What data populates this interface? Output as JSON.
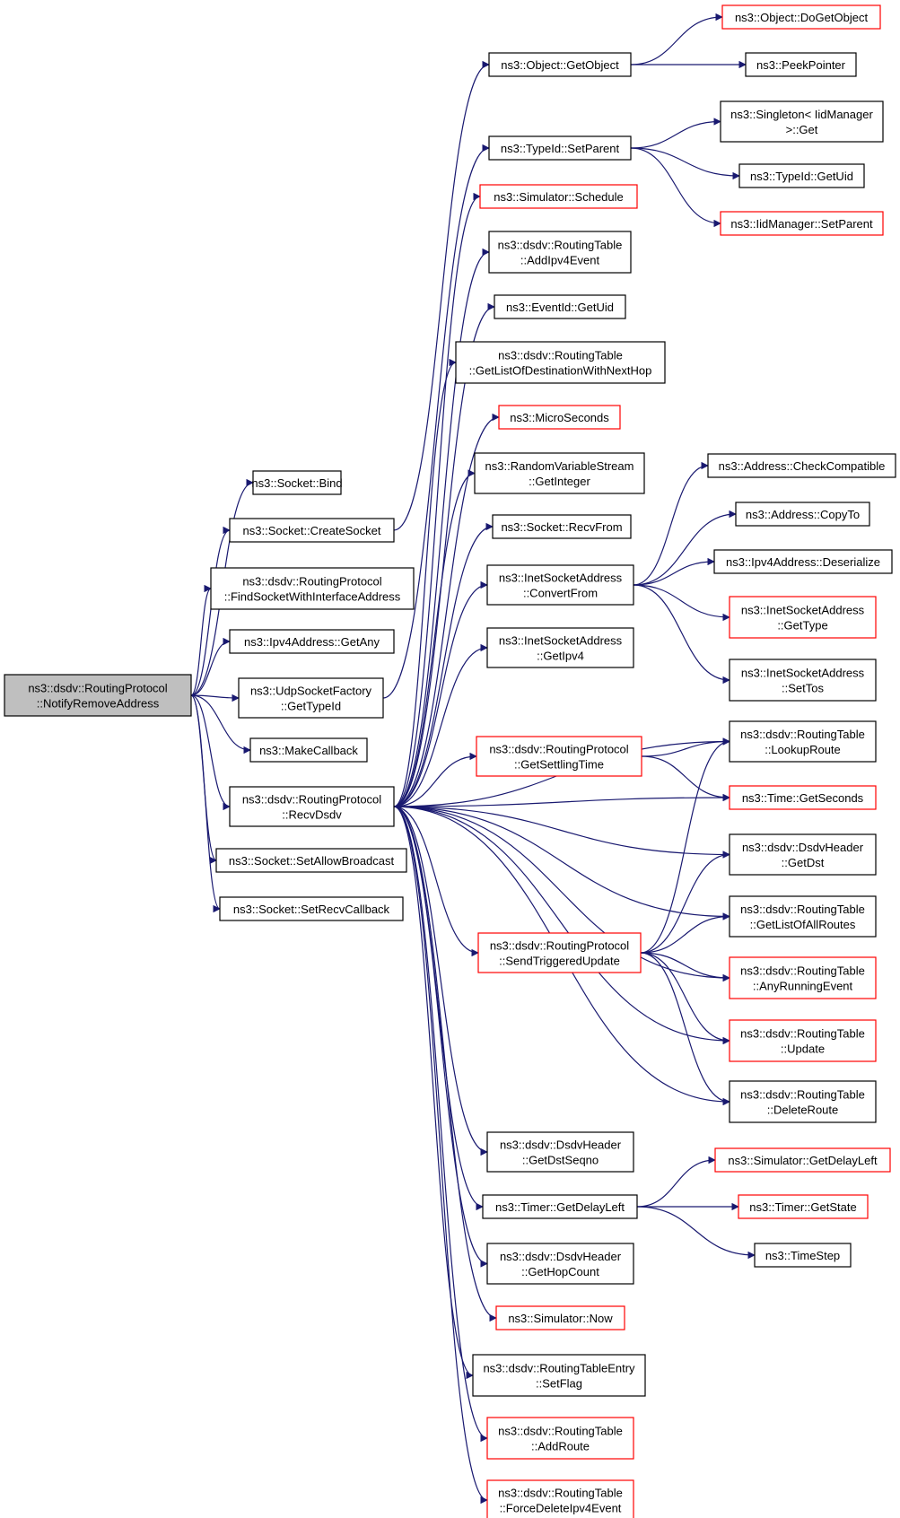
{
  "nodes": {
    "root": [
      "ns3::dsdv::RoutingProtocol",
      "::NotifyRemoveAddress"
    ],
    "bind": [
      "ns3::Socket::Bind"
    ],
    "createsocket": [
      "ns3::Socket::CreateSocket"
    ],
    "findsocket": [
      "ns3::dsdv::RoutingProtocol",
      "::FindSocketWithInterfaceAddress"
    ],
    "getany": [
      "ns3::Ipv4Address::GetAny"
    ],
    "udpfactory": [
      "ns3::UdpSocketFactory",
      "::GetTypeId"
    ],
    "makecallback": [
      "ns3::MakeCallback"
    ],
    "recvdsdv": [
      "ns3::dsdv::RoutingProtocol",
      "::RecvDsdv"
    ],
    "setallowbroadcast": [
      "ns3::Socket::SetAllowBroadcast"
    ],
    "setrecvcallback": [
      "ns3::Socket::SetRecvCallback"
    ],
    "getobject": [
      "ns3::Object::GetObject"
    ],
    "setparent": [
      "ns3::TypeId::SetParent"
    ],
    "schedule": [
      "ns3::Simulator::Schedule"
    ],
    "addipv4event": [
      "ns3::dsdv::RoutingTable",
      "::AddIpv4Event"
    ],
    "eventgetuid": [
      "ns3::EventId::GetUid"
    ],
    "getlistdest": [
      "ns3::dsdv::RoutingTable",
      "::GetListOfDestinationWithNextHop"
    ],
    "microseconds": [
      "ns3::MicroSeconds"
    ],
    "getinteger": [
      "ns3::RandomVariableStream",
      "::GetInteger"
    ],
    "recvfrom": [
      "ns3::Socket::RecvFrom"
    ],
    "convertfrom": [
      "ns3::InetSocketAddress",
      "::ConvertFrom"
    ],
    "getipv4": [
      "ns3::InetSocketAddress",
      "::GetIpv4"
    ],
    "getsettling": [
      "ns3::dsdv::RoutingProtocol",
      "::GetSettlingTime"
    ],
    "sendtriggered": [
      "ns3::dsdv::RoutingProtocol",
      "::SendTriggeredUpdate"
    ],
    "getdstseqno": [
      "ns3::dsdv::DsdvHeader",
      "::GetDstSeqno"
    ],
    "timergetdelay": [
      "ns3::Timer::GetDelayLeft"
    ],
    "gethopcount": [
      "ns3::dsdv::DsdvHeader",
      "::GetHopCount"
    ],
    "simnow": [
      "ns3::Simulator::Now"
    ],
    "setflag": [
      "ns3::dsdv::RoutingTableEntry",
      "::SetFlag"
    ],
    "addroute": [
      "ns3::dsdv::RoutingTable",
      "::AddRoute"
    ],
    "forcedelete": [
      "ns3::dsdv::RoutingTable",
      "::ForceDeleteIpv4Event"
    ],
    "dogetobject": [
      "ns3::Object::DoGetObject"
    ],
    "peekpointer": [
      "ns3::PeekPointer"
    ],
    "singletonget": [
      "ns3::Singleton< IidManager",
      ">::Get"
    ],
    "typeidgetuid": [
      "ns3::TypeId::GetUid"
    ],
    "iidsetparent": [
      "ns3::IidManager::SetParent"
    ],
    "checkcompat": [
      "ns3::Address::CheckCompatible"
    ],
    "copyto": [
      "ns3::Address::CopyTo"
    ],
    "deserialize": [
      "ns3::Ipv4Address::Deserialize"
    ],
    "gettype": [
      "ns3::InetSocketAddress",
      "::GetType"
    ],
    "settos": [
      "ns3::InetSocketAddress",
      "::SetTos"
    ],
    "lookuproute": [
      "ns3::dsdv::RoutingTable",
      "::LookupRoute"
    ],
    "getseconds": [
      "ns3::Time::GetSeconds"
    ],
    "getdst": [
      "ns3::dsdv::DsdvHeader",
      "::GetDst"
    ],
    "getlistall": [
      "ns3::dsdv::RoutingTable",
      "::GetListOfAllRoutes"
    ],
    "anyrunning": [
      "ns3::dsdv::RoutingTable",
      "::AnyRunningEvent"
    ],
    "update": [
      "ns3::dsdv::RoutingTable",
      "::Update"
    ],
    "deleteroute": [
      "ns3::dsdv::RoutingTable",
      "::DeleteRoute"
    ],
    "simgetdelay": [
      "ns3::Simulator::GetDelayLeft"
    ],
    "timergetstate": [
      "ns3::Timer::GetState"
    ],
    "timestep": [
      "ns3::TimeStep"
    ]
  },
  "colors": {
    "edge": "#191970",
    "border_normal": "#000000",
    "border_truncated": "#ff0000",
    "root_fill": "#bfbfbf"
  }
}
